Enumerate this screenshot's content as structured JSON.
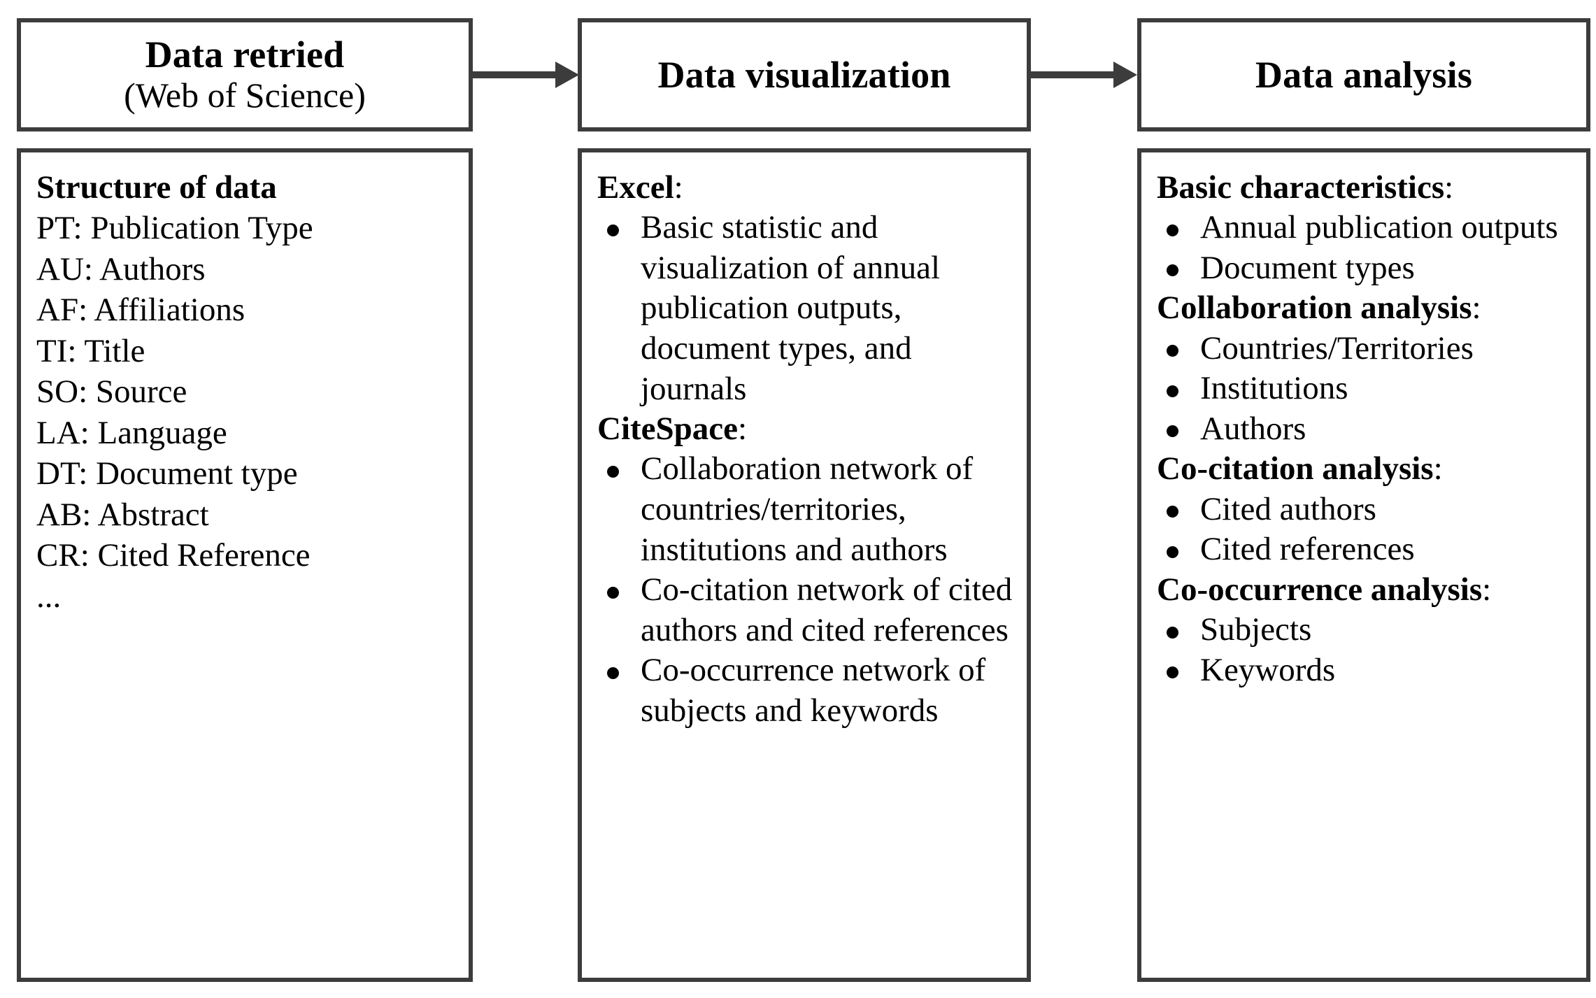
{
  "flow": {
    "arrows": [
      "arrow-right",
      "arrow-right"
    ]
  },
  "columns": [
    {
      "id": "data-retrieved",
      "header": {
        "title": "Data retried",
        "subtitle": "(Web of Science)"
      },
      "body": {
        "sections": [
          {
            "heading": "Structure of data",
            "heading_colon": "",
            "lines": [
              "PT: Publication Type",
              "AU: Authors",
              "AF: Affiliations",
              "TI: Title",
              "SO: Source",
              "LA: Language",
              "DT: Document type",
              "AB: Abstract",
              "CR: Cited Reference",
              "..."
            ],
            "bullets": []
          }
        ]
      }
    },
    {
      "id": "data-visualization",
      "header": {
        "title": "Data visualization",
        "subtitle": ""
      },
      "body": {
        "sections": [
          {
            "heading": "Excel",
            "heading_colon": ":",
            "lines": [],
            "bullets": [
              "Basic statistic and visualization of annual publication outputs, document types, and journals"
            ]
          },
          {
            "heading": "CiteSpace",
            "heading_colon": ":",
            "lines": [],
            "bullets": [
              "Collaboration network of countries/territories, institutions and authors",
              "Co-citation network of cited authors and cited references",
              "Co-occurrence network of subjects and keywords"
            ]
          }
        ]
      }
    },
    {
      "id": "data-analysis",
      "header": {
        "title": "Data analysis",
        "subtitle": ""
      },
      "body": {
        "sections": [
          {
            "heading": "Basic characteristics",
            "heading_colon": ":",
            "lines": [],
            "bullets": [
              "Annual publication outputs",
              "Document types"
            ]
          },
          {
            "heading": "Collaboration analysis",
            "heading_colon": ":",
            "lines": [],
            "bullets": [
              "Countries/Territories",
              "Institutions",
              "Authors"
            ]
          },
          {
            "heading": "Co-citation analysis",
            "heading_colon": ":",
            "lines": [],
            "bullets": [
              "Cited authors",
              "Cited references"
            ]
          },
          {
            "heading": "Co-occurrence analysis",
            "heading_colon": ":",
            "lines": [],
            "bullets": [
              "Subjects",
              "Keywords"
            ]
          }
        ]
      }
    }
  ],
  "colors": {
    "border": "#3c3c3c",
    "text": "#000000",
    "background": "#ffffff"
  }
}
